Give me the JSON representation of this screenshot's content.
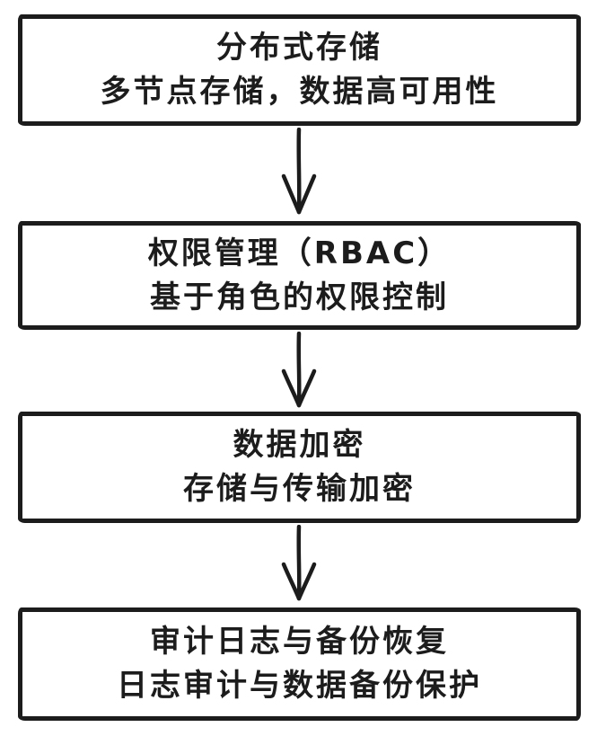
{
  "diagram": {
    "type": "flowchart",
    "direction": "top-down",
    "stroke_color": "#1c1c1c",
    "node_fill": "#ffffff",
    "nodes": [
      {
        "title": "分布式存储",
        "subtitle": "多节点存储，数据高可用性"
      },
      {
        "title": "权限管理（RBAC）",
        "subtitle": "基于角色的权限控制"
      },
      {
        "title": "数据加密",
        "subtitle": "存储与传输加密"
      },
      {
        "title": "审计日志与备份恢复",
        "subtitle": "日志审计与数据备份保护"
      }
    ],
    "edges": [
      {
        "from": 0,
        "to": 1
      },
      {
        "from": 1,
        "to": 2
      },
      {
        "from": 2,
        "to": 3
      }
    ]
  }
}
